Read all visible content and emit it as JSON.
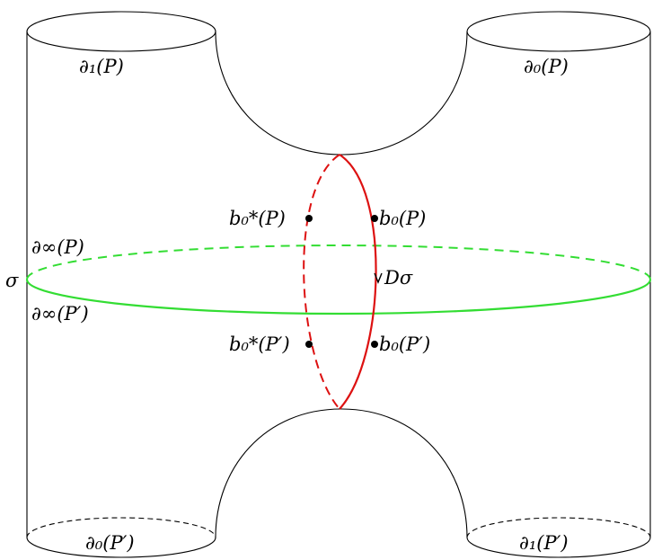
{
  "labels": {
    "d1_P": "∂₁(P)",
    "d0_P": "∂₀(P)",
    "dinf_P": "∂∞(P)",
    "dinf_Pp": "∂∞(P′)",
    "sigma": "σ",
    "b0star_P": "b₀*(P)",
    "b0_P": "b₀(P)",
    "D_sigma": "Dσ",
    "b0star_Pp": "b₀*(P′)",
    "b0_Pp": "b₀(P′)",
    "d0_Pp": "∂₀(P′)",
    "d1_Pp": "∂₁(P′)"
  },
  "colors": {
    "surface": "#000000",
    "cut_curve": "#33dd33",
    "disk_boundary": "#dd1111"
  }
}
